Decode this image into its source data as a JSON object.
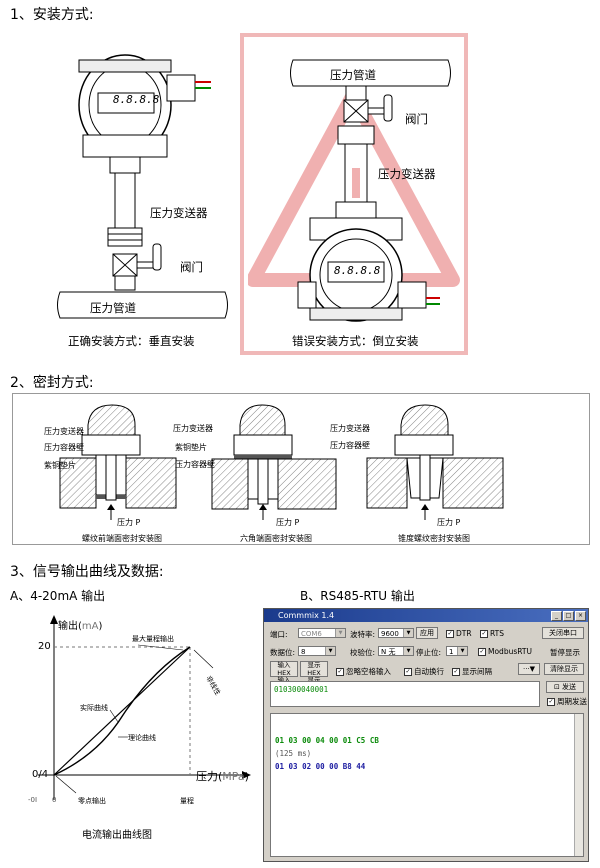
{
  "section1": {
    "heading": "1、安装方式:",
    "correct": {
      "pipe": "压力管道",
      "transmitter": "压力变送器",
      "valve": "阀门",
      "caption": "正确安装方式：垂直安装",
      "display": "8.8.8.8"
    },
    "wrong": {
      "pipe": "压力管道",
      "valve": "阀门",
      "transmitter": "压力变送器",
      "caption": "错误安装方式：倒立安装",
      "display": "8.8.8.8"
    }
  },
  "section2": {
    "heading": "2、密封方式:",
    "diagrams": [
      {
        "labels": [
          "压力变送器",
          "压力容器壁",
          "紫铜垫片"
        ],
        "pressure": "压力 P",
        "caption": "螺纹前端面密封安装图"
      },
      {
        "labels": [
          "压力变送器",
          "紫铜垫片",
          "压力容器壁"
        ],
        "pressure": "压力 P",
        "caption": "六角端面密封安装图"
      },
      {
        "labels": [
          "压力变送器",
          "压力容器壁"
        ],
        "pressure": "压力 P",
        "caption": "锥度螺纹密封安装图"
      }
    ]
  },
  "section3": {
    "heading": "3、信号输出曲线及数据:",
    "sub_a": "A、4-20mA 输出",
    "sub_b": "B、RS485-RTU 输出",
    "graph": {
      "ylabel_text": "输出(",
      "ylabel_unit": "mA",
      "ylabel_close": ")",
      "y20": "20",
      "y04": "0/4",
      "zero_left": "-0I",
      "zero": "0",
      "xlabel_text": "压力(",
      "xlabel_unit": "MPa",
      "xlabel_close": ")",
      "range_label": "量程",
      "max_output": "最大量程输出",
      "nonlinear": "非线性",
      "actual": "实际曲线",
      "theory": "理论曲线",
      "zero_output": "零点输出",
      "caption": "电流输出曲线图"
    },
    "commmix": {
      "title": "Commmix 1.4",
      "port_label": "端口:",
      "port_value": "COM6",
      "baud_label": "波特率:",
      "baud_value": "9600",
      "apply_button": "应用",
      "dtr": "DTR",
      "rts": "RTS",
      "close_port": "关闭串口",
      "databits_label": "数据位:",
      "databits_value": "8",
      "parity_label": "校验位:",
      "parity_value": "N 无",
      "stopbits_label": "停止位:",
      "stopbits_value": "1",
      "modbus": "ModbusRTU",
      "pause_display": "暂停显示",
      "tab_input_hex": "输入HEX",
      "tab_input_asc": "输入ASC",
      "tab_show_hex": "显示HEX",
      "tab_show_asc": "显示ASC",
      "ignore_space": "忽略空格输入",
      "auto_newline": "自动换行",
      "show_interval": "显示间隔",
      "more_button": "···▼",
      "clear_display": "清除显示",
      "send_input": "010300040001",
      "send_button": "发送",
      "periodic_send": "周期发送",
      "output_lines": [
        {
          "text": "01 03 00 04 00 01 C5 CB",
          "color": "#0a8a0a"
        },
        {
          "text": "(125 ms)",
          "color": "#555555"
        },
        {
          "text": "01 03 02 00 00 B8 44",
          "color": "#1a1aa0"
        }
      ]
    }
  }
}
